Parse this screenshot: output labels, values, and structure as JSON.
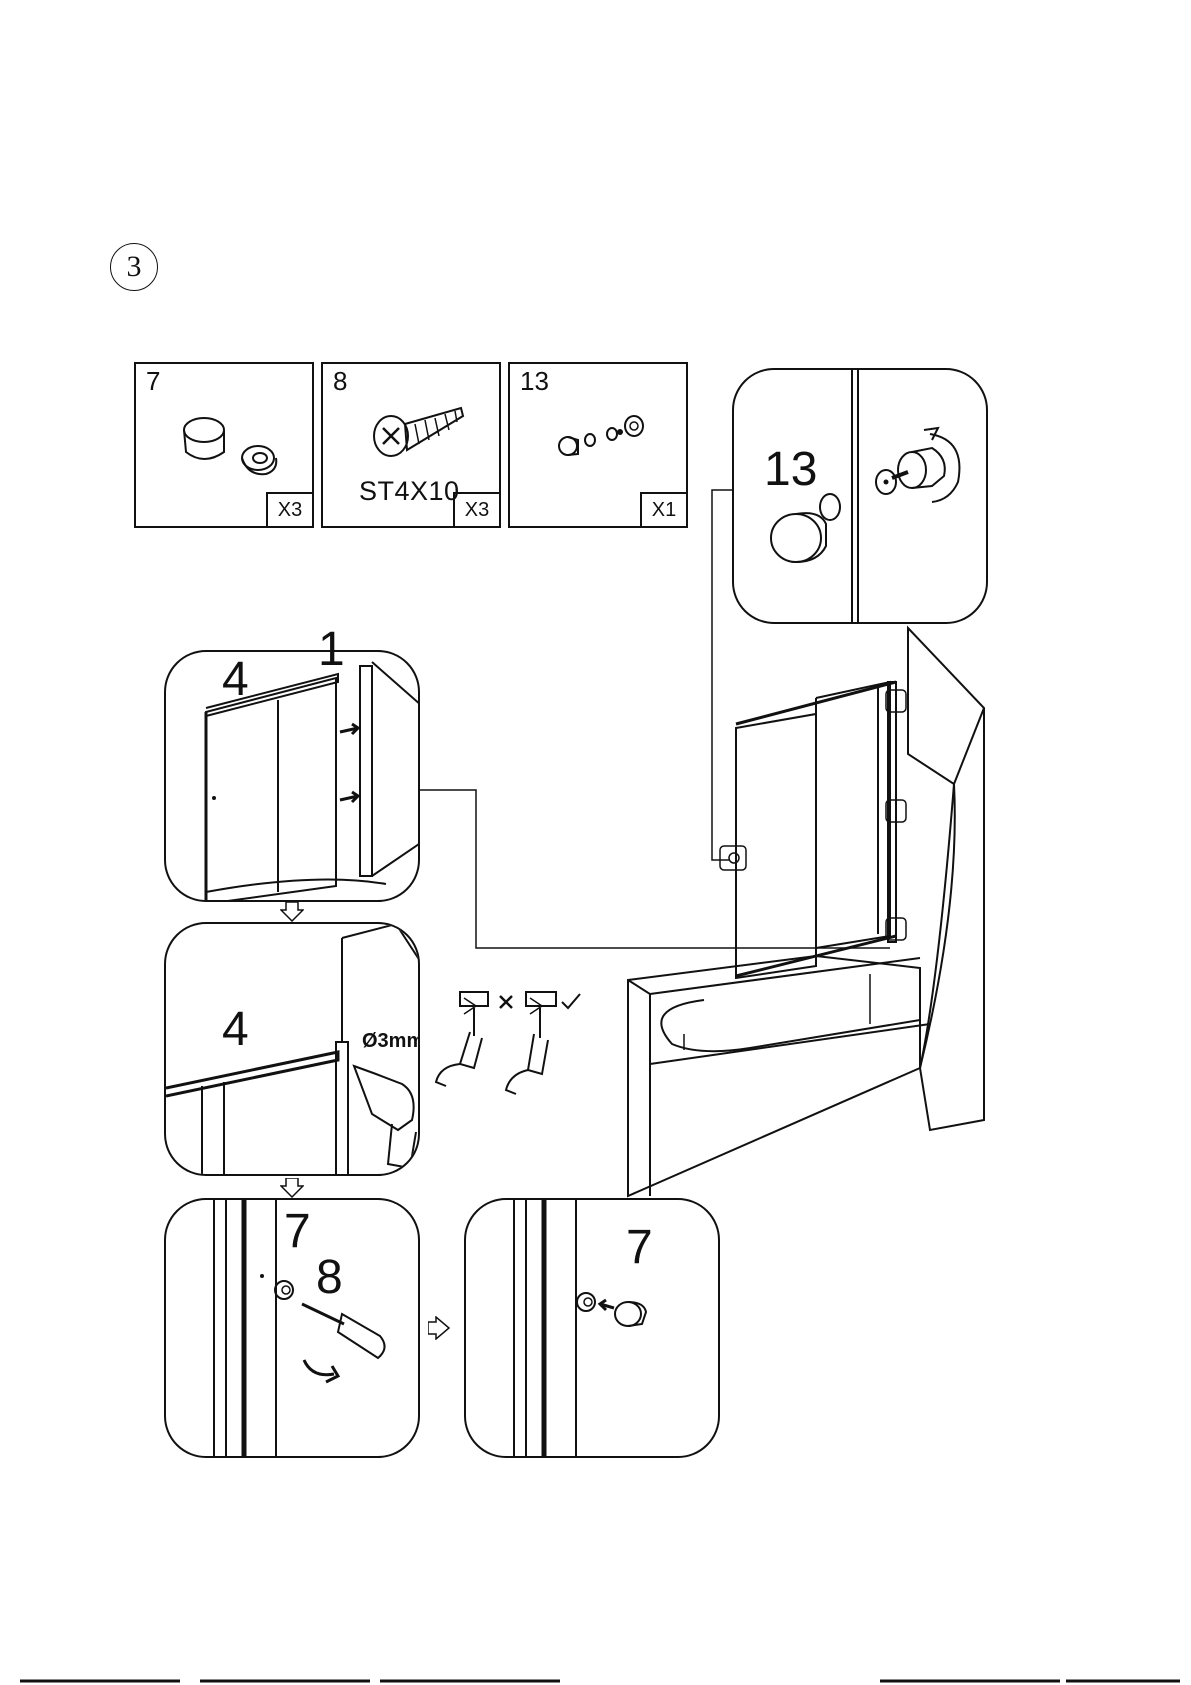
{
  "step": {
    "number": "3"
  },
  "parts": [
    {
      "id": "7",
      "qty": "X3",
      "icon": "sleeve-icon"
    },
    {
      "id": "8",
      "qty": "X3",
      "code": "ST4X10",
      "icon": "screw-icon"
    },
    {
      "id": "13",
      "qty": "X1",
      "icon": "knob-icon"
    }
  ],
  "details": {
    "knob_label": "13",
    "frame_label_1": "4",
    "wall_label": "1",
    "frame_label_2": "4",
    "drill_size": "Ø3mm",
    "cap_label_a": "7",
    "screw_label": "8",
    "cap_label_b": "7"
  },
  "colors": {
    "line": "#111111",
    "background": "#ffffff"
  }
}
